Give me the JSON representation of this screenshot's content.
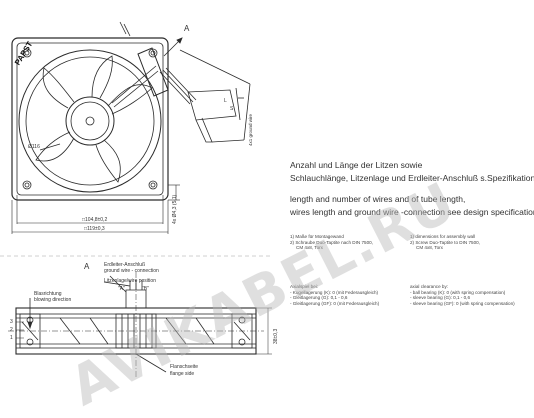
{
  "brand": "PAPST",
  "top_view": {
    "label_a": "A",
    "dim_diameter": "Ø116",
    "dim_104": "□104,8±0,2",
    "dim_119": "□119±0,3",
    "dim_hole": "4x Ø4,3 (5,1)",
    "wire_tag": "4x1 ground wire",
    "wire_l": "L",
    "wire_s": "S"
  },
  "notes": {
    "de_line1": "Anzahl und Länge der Litzen sowie",
    "de_line2": "Schlauchlänge, Litzenlage und Erdleiter-Anschluß s.Spezifikation",
    "en_line1": "length and number of wires and of tube length,",
    "en_line2": "wires length and ground wire -connection see design specification"
  },
  "footnotes_de": {
    "line1": "1) Maße für Montagewand",
    "line2": "2) Schraube Duo-Taptite nach DIN 7500,",
    "line3": "CM 4x8, Torx"
  },
  "footnotes_en": {
    "line1": "1) dimensions for assembly wall",
    "line2": "2) Screw Duo-Taptite to DIN 7500,",
    "line3": "CM 4x8, Torx"
  },
  "axial_de": {
    "title": "Axialspiel bei:",
    "l1": "- Kugellagerung (K): 0 (mit Federausgleich)",
    "l2": "- Gleitlagerung (G): 0,1 - 0,6",
    "l3": "- Gleitlagerung (GF): 0 (mit Federausgleich)"
  },
  "axial_en": {
    "title": "axial clearance by:",
    "l1": "- ball bearing (K): 0 (with spring compensation)",
    "l2": "- sleeve bearing (G): 0,1 - 0,6",
    "l3": "- sleeve bearing (GF): 0 (with spring compensation)"
  },
  "side_view": {
    "label_a": "A",
    "erdleiter_de": "Erdleiter-Anschluß",
    "erdleiter_en": "ground wire - connection",
    "litzenlage_de": "Litzenlage/wire position",
    "pos_a": "\"A\"",
    "pos_b": "\"B\"",
    "blasrichtung_de": "Blasrichtung",
    "blasrichtung_en": "blowing direction",
    "flansch_de": "Flanschseite",
    "flansch_en": "flange side",
    "num1": "1",
    "num2": "2",
    "num3": "3",
    "dim_38": "38±0,3"
  },
  "watermark": "AVIKABEL.RU"
}
